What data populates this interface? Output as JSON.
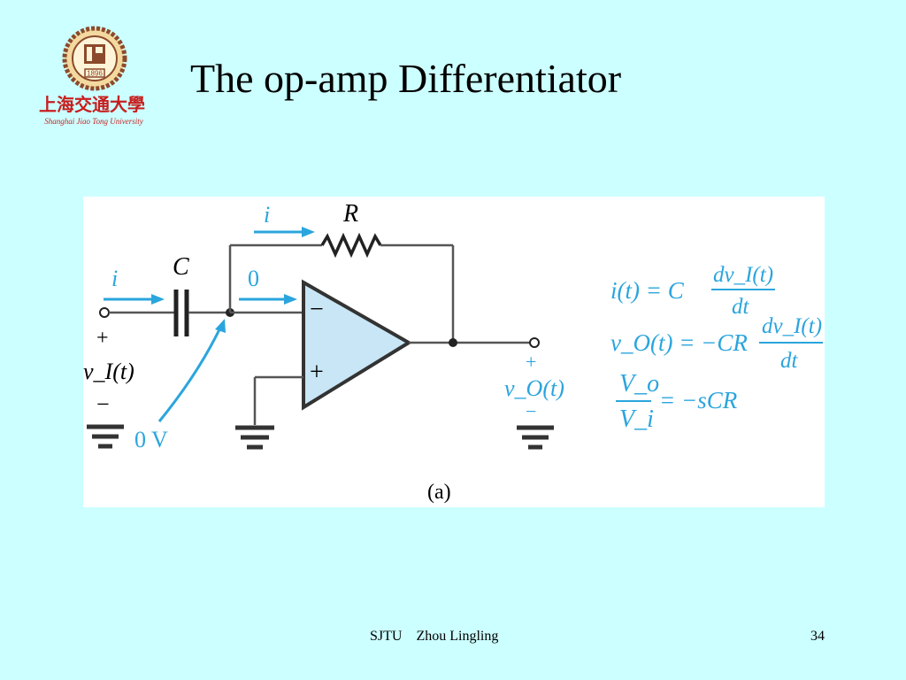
{
  "slide": {
    "title": "The op-amp Differentiator",
    "footer_left": "SJTU    Zhou Lingling",
    "page_number": "34"
  },
  "logo": {
    "year": "1896",
    "chinese_name": "上海交通大學",
    "english_name": "Shanghai Jiao Tong University"
  },
  "circuit": {
    "label_current_top": "i",
    "label_resistor": "R",
    "label_current_input": "i",
    "label_capacitor": "C",
    "label_zero_current": "0",
    "label_plus_input": "+",
    "label_vi": "v_I(t)",
    "label_minus_input": "−",
    "label_zero_volt": "0 V",
    "opamp_minus": "−",
    "opamp_plus": "+",
    "label_plus_output": "+",
    "label_vo": "v_O(t)",
    "label_minus_output": "−",
    "caption": "(a)"
  },
  "equations": {
    "eq1_lhs": "i(t) = C",
    "eq1_num": "dv_I(t)",
    "eq1_den": "dt",
    "eq2_lhs": "v_O(t) = −CR",
    "eq2_num": "dv_I(t)",
    "eq2_den": "dt",
    "eq3_num": "V_o",
    "eq3_den": "V_i",
    "eq3_rhs": "= −sCR"
  },
  "colors": {
    "background": "#ccffff",
    "accent_blue": "#2aa5dd",
    "opamp_fill": "#c8e6f5",
    "logo_red": "#c81e1e",
    "logo_brown": "#8b4a2b"
  }
}
